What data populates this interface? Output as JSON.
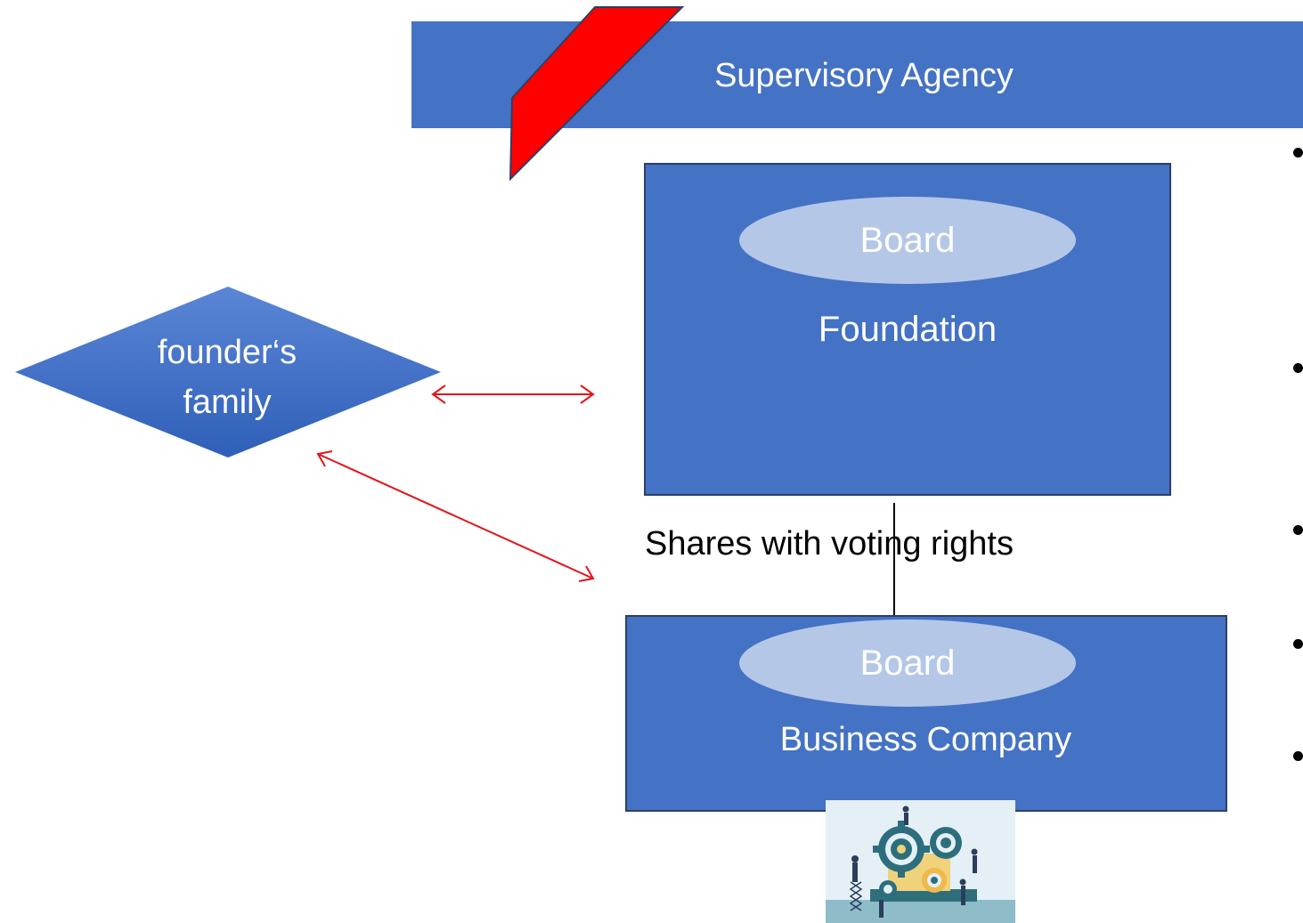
{
  "diagram": {
    "supervisory_agency": "Supervisory Agency",
    "foundation": {
      "board": "Board",
      "label": "Foundation"
    },
    "business_company": {
      "board": "Board",
      "label": "Business Company"
    },
    "founders_family": {
      "line1": "founder‘s",
      "line2": "family"
    },
    "shares_label": "Shares with voting rights",
    "bullet_count": 5
  },
  "colors": {
    "box_fill": "#4472c4",
    "board_fill": "#b4c7e7",
    "arrow": "#e3151a",
    "ribbon": "#ff0000"
  },
  "icons": [
    "gears-illustration"
  ]
}
